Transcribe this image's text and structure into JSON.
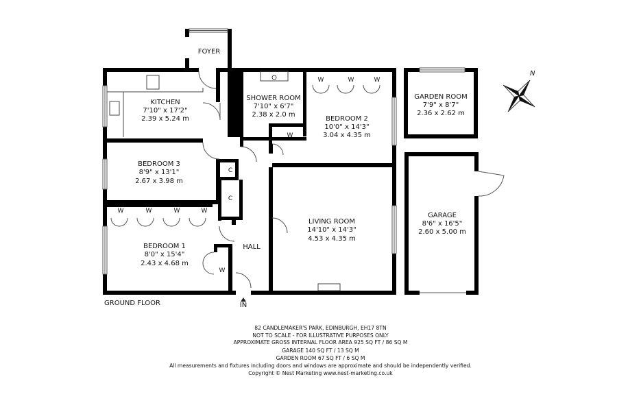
{
  "plan": {
    "floor_label": "GROUND FLOOR",
    "entrance_label": "IN",
    "compass_label": "N",
    "rooms": {
      "foyer": {
        "name": "FOYER"
      },
      "kitchen": {
        "name": "KITCHEN",
        "imperial": "7'10\" x 17'2\"",
        "metric": "2.39 x 5.24 m"
      },
      "shower": {
        "name": "SHOWER ROOM",
        "imperial": "7'10\" x 6'7\"",
        "metric": "2.38 x 2.0 m"
      },
      "bedroom2": {
        "name": "BEDROOM 2",
        "imperial": "10'0\" x 14'3\"",
        "metric": "3.04 x 4.35 m"
      },
      "bedroom3": {
        "name": "BEDROOM 3",
        "imperial": "8'9\" x 13'1\"",
        "metric": "2.67 x 3.98 m"
      },
      "living": {
        "name": "LIVING ROOM",
        "imperial": "14'10\" x 14'3\"",
        "metric": "4.53 x 4.35 m"
      },
      "bedroom1": {
        "name": "BEDROOM 1",
        "imperial": "8'0\" x 15'4\"",
        "metric": "2.43 x 4.68 m"
      },
      "hall": {
        "name": "HALL"
      },
      "garden_room": {
        "name": "GARDEN ROOM",
        "imperial": "7'9\" x 8'7\"",
        "metric": "2.36 x 2.62 m"
      },
      "garage": {
        "name": "GARAGE",
        "imperial": "8'6\" x 16'5\"",
        "metric": "2.60 x 5.00 m"
      }
    },
    "wardrobe_mark": "W",
    "cupboard_mark": "C"
  },
  "footer": {
    "address": "82 CANDLEMAKER'S PARK, EDINBURGH, EH17 8TN",
    "scale_note": "NOT TO SCALE - FOR ILLUSTRATIVE PURPOSES ONLY",
    "area": "APPROXIMATE GROSS INTERNAL FLOOR AREA 925 SQ FT / 86 SQ M",
    "garage_area": "GARAGE 140 SQ FT / 13 SQ M",
    "garden_room_area": "GARDEN ROOM 67 SQ FT / 6 SQ M",
    "disclaimer": "All measurements and fixtures including doors and windows are approximate and should be independently verified.",
    "copyright": "Copyright © Nest Marketing  www.nest-marketing.co.uk"
  }
}
